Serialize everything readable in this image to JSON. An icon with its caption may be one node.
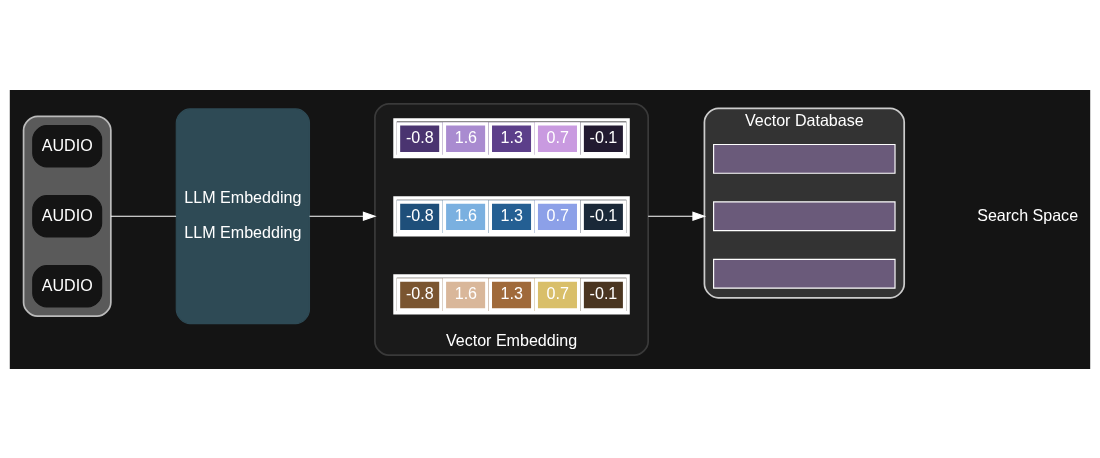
{
  "diagram": {
    "nodes": [
      {
        "text": [],
        "shape": "box"
      },
      {
        "text": [
          "AUDIO"
        ],
        "in": 0
      },
      {
        "text": [
          "AUDIO"
        ],
        "in": 0
      },
      {
        "text": [
          "AUDIO"
        ],
        "in": 0
      },
      {
        "text": [
          "LLM Embedding",
          "LLM Embedding"
        ]
      },
      {
        "text": [],
        "shape": "box",
        "beside": [
          "Vector Embedding"
        ]
      },
      {
        "text": [
          "-0.8",
          "1.6",
          "1.3",
          "0.7",
          "-0.1"
        ],
        "in": 5
      },
      {
        "text": [
          "-0.8",
          "1.6",
          "1.3",
          "0.7",
          "-0.1"
        ],
        "in": 5
      },
      {
        "text": [
          "-0.8",
          "1.6",
          "1.3",
          "0.7",
          "-0.1"
        ],
        "in": 5
      },
      {
        "text": [
          "Vector Database"
        ]
      },
      {
        "text": [],
        "shape": "box",
        "in": 9
      },
      {
        "text": [],
        "shape": "box",
        "in": 9
      },
      {
        "text": [],
        "shape": "box",
        "in": 9
      }
    ],
    "edges": [
      {
        "from": 0,
        "to": 4,
        "arrow": "none"
      },
      {
        "from": 4,
        "to": 5,
        "arrow": "to"
      },
      {
        "from": 5,
        "to": 9,
        "arrow": "to"
      }
    ],
    "labels": [
      "Search Space"
    ]
  }
}
